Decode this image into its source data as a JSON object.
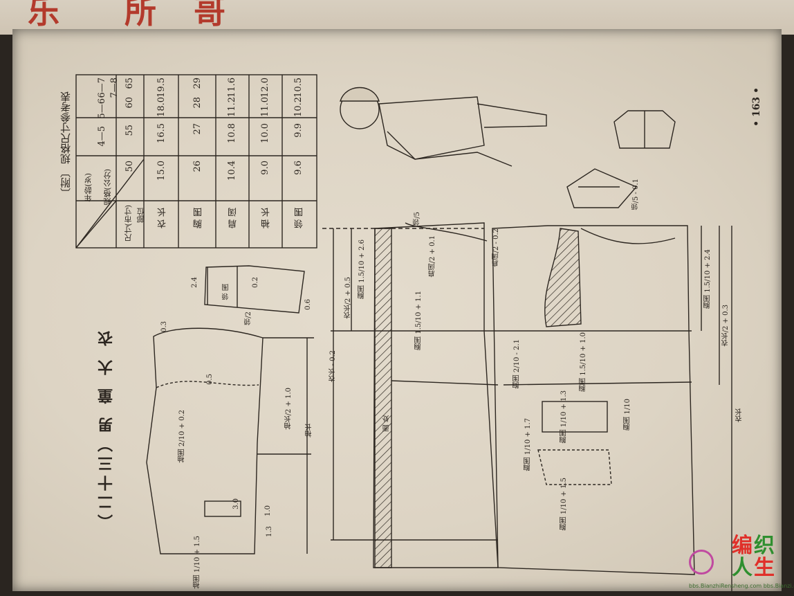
{
  "book_header": {
    "chars": [
      "乐",
      "所",
      "哥"
    ]
  },
  "page_number": "• 163 •",
  "title": "（二十三）男 童 大 衣",
  "size_table": {
    "caption": "〔附〕 规格尺寸参考表",
    "corner": {
      "age": "年龄(岁)",
      "spec": "规格(公分)",
      "size": "尺寸(市寸)",
      "part": "部位"
    },
    "ages": [
      "4—5",
      "5—6",
      "6—7",
      "7—8"
    ],
    "specs": [
      "50",
      "55",
      "60",
      "65"
    ],
    "rows": [
      {
        "label": "衣 长",
        "values": [
          "15.0",
          "16.5",
          "18.0",
          "19.5"
        ]
      },
      {
        "label": "胸 围",
        "values": [
          "26",
          "27",
          "28",
          "29"
        ]
      },
      {
        "label": "肩 阔",
        "values": [
          "10.4",
          "10.8",
          "11.2",
          "11.6"
        ]
      },
      {
        "label": "袖 长",
        "values": [
          "9.0",
          "10.0",
          "11.0",
          "12.0"
        ]
      },
      {
        "label": "领 围",
        "values": [
          "9.6",
          "9.9",
          "10.2",
          "10.5"
        ]
      }
    ]
  },
  "labels": {
    "collar_width": "2.4",
    "collar_text": "领 围",
    "collar_b": "领/2",
    "half_06": "0.6",
    "half_02": "0.2",
    "sleeve_chest": "袖围 2/10 + 0.2",
    "sleeve_len": "袖长/2 + 1.0",
    "sleeve_total": "袖长",
    "sleeve_03": "0.3",
    "sleeve_05": "0.5",
    "sleeve_cuff": "袖围 1/10 + 1.5",
    "cuff_30": "3.0",
    "cuff_10": "1.0",
    "cuff_13": "1.3",
    "back_len": "衣长 - 0.2",
    "back_waist": "衣长/2 + 0.5",
    "back_chest": "胸围 1.5/10 + 2.6",
    "back_chest2": "胸围 1.5/10 + 1.1",
    "back_neck": "领/5",
    "back_shoulder": "肩阔/2 + 0.1",
    "front_neck": "领/5 - 0.1",
    "front_chest": "胸围 1.5/10 + 2.4",
    "front_waist": "衣长/2 + 0.3",
    "front_len": "衣长",
    "front_arm1": "胸围 2/10 - 2.1",
    "front_arm2": "胸围 1.5/10 + 1.0",
    "pocket1": "胸围 1/10 + 1.3",
    "pocket2": "胸围 1/10",
    "pocket3": "胸围 1/10 + 1.7",
    "pocket4": "胸围 1/10 + 1.5",
    "seam": "面 处",
    "front_sleeve": "肩阔/2 - 0.2"
  },
  "watermark": {
    "logo_chars": [
      "编",
      "织",
      "人",
      "生"
    ],
    "logo_colors": [
      "#e0302a",
      "#2f8f2f",
      "#2f8f2f",
      "#e0302a"
    ],
    "url": "bbs.BianzhiRensheng.com  bbs.Bianzi.com"
  }
}
